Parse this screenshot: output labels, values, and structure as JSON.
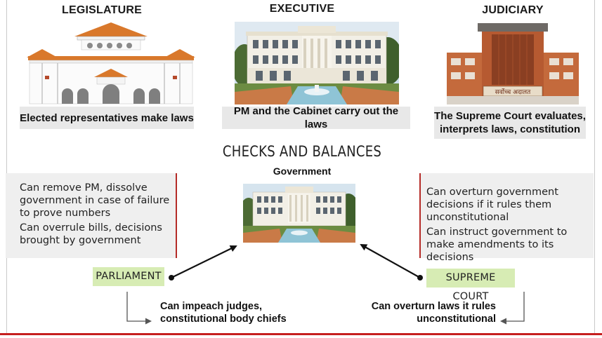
{
  "branches": {
    "legislature": {
      "title": "LEGISLATURE",
      "caption": "Elected representatives make laws"
    },
    "executive": {
      "title": "EXECUTIVE",
      "caption": "PM and the Cabinet carry out the laws"
    },
    "judiciary": {
      "title": "JUDICIARY",
      "caption_lines": [
        "The Supreme Court evaluates,",
        "interprets laws, constitution"
      ],
      "sign_text": "सर्वोच्च अदालत"
    }
  },
  "checks": {
    "title": "CHECKS AND BALANCES",
    "government_label": "Government",
    "parliament_powers": [
      "Can remove PM, dissolve government in case of failure to prove numbers",
      "Can overrule bills, decisions brought by government"
    ],
    "court_powers": [
      "Can overturn government decisions if it rules them unconstitutional",
      "Can instruct government to make amendments to its decisions"
    ],
    "parliament_label": "PARLIAMENT",
    "court_label": "SUPREME COURT",
    "parliament_over_court": [
      "Can impeach judges,",
      "constitutional body chiefs"
    ],
    "court_over_parliament": [
      "Can overturn laws it rules",
      "unconstitutional"
    ]
  },
  "colors": {
    "accent_red": "#b52b27",
    "tag_green": "#d7ecb4",
    "caption_grey": "#e8e8e8",
    "roof_orange": "#d9782b"
  }
}
